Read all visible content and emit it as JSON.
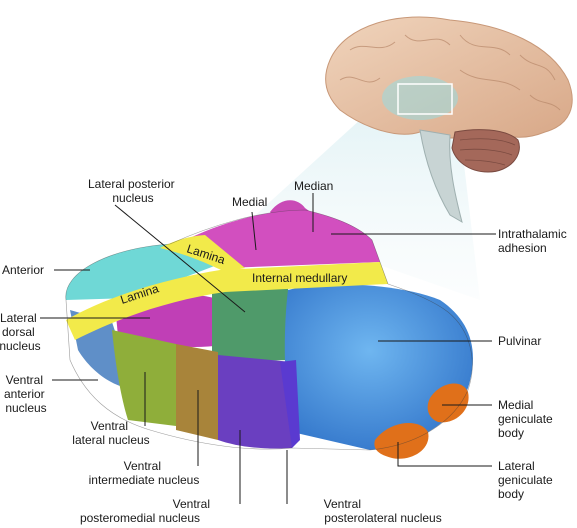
{
  "labels": {
    "lateral_posterior": [
      "Lateral posterior",
      "nucleus"
    ],
    "medial": "Medial",
    "median": "Median",
    "intrathalamic": [
      "Intrathalamic",
      "adhesion"
    ],
    "anterior": "Anterior",
    "lateral_dorsal": [
      "Lateral",
      "dorsal",
      "nucleus"
    ],
    "ventral_anterior": [
      "Ventral",
      "anterior",
      "nucleus"
    ],
    "ventral_lateral": [
      "Ventral",
      "lateral nucleus"
    ],
    "ventral_intermediate": [
      "Ventral",
      "intermediate nucleus"
    ],
    "ventral_posteromedial": [
      "Ventral",
      "posteromedial nucleus"
    ],
    "ventral_posterolateral": [
      "Ventral",
      "posterolateral nucleus"
    ],
    "pulvinar": "Pulvinar",
    "medial_geniculate": [
      "Medial",
      "geniculate",
      "body"
    ],
    "lateral_geniculate": [
      "Lateral",
      "geniculate",
      "body"
    ]
  },
  "band_labels": {
    "lamina_upper": "Lamina",
    "lamina_lower": "Lamina",
    "internal_medullary": "Internal medullary"
  },
  "colors": {
    "anterior": "#6fd6d8",
    "medial": "#d94fc0",
    "lateral_dorsal": "#c040b8",
    "lateral_posterior": "#4f9a6a",
    "lamina": "#f2ea4a",
    "pulvinar": "#3f8fe0",
    "ventral_anterior": "#5f8fc8",
    "ventral_lateral": "#8fae3a",
    "ventral_intermediate": "#a8843a",
    "ventral_posteromedial": "#6a3fc0",
    "ventral_posterolateral": "#5a3ad0",
    "geniculate": "#e0701a",
    "brain": "#e8c4a8",
    "cerebellum": "#a86a5a",
    "brainstem": "#cfd8d8"
  }
}
